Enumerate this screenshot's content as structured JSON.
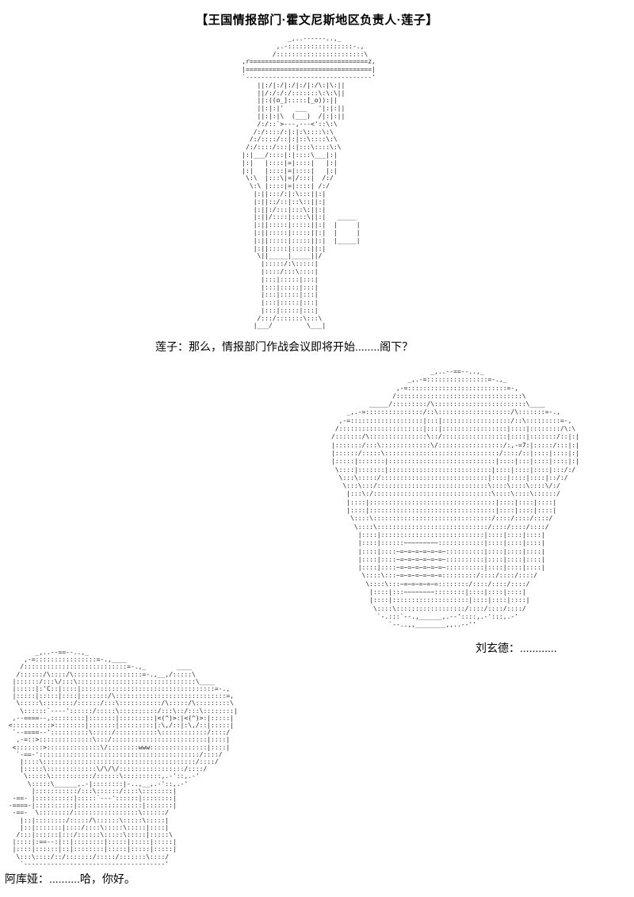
{
  "title": "【王国情报部门·霍文尼斯地区负责人·莲子】",
  "dialogue": {
    "lianzi": "莲子：那么，情报部门作战会议即将开始........阁下？",
    "liuxuande": "刘玄德：............",
    "akuya": "阿库娅：..........哈，你好。"
  },
  "colors": {
    "background": "#ffffff",
    "text": "#000000",
    "ascii_art": "#1c1c1c"
  },
  "ascii_art": {
    "lianzi": [
      "                _,..------..,_",
      "             ,.-:::::::::::::::::-.,",
      "            /:::::::::::::::::::::::\\",
      "    ,r===============================z,",
      "    |=================================|",
      "    `---------------------------------'",
      "        ||:/|:/|:/|:/|:/\\:|\\:||",
      "        ||/:/:/:/:::::::\\:\\:\\||",
      "        ||:((o_]:::::[_o)):||",
      "        ||:|:|'   ___   '|:|:||",
      "        ||:|:|\\  (___)  /|:|:||",
      "        /:/::`>---,---<'::\\:\\",
      "       /:/::::/:|:|:\\::::\\:\\",
      "      /:/::::/::|:|::\\::::\\:\\",
      "     /:/::::/:::|:|:::\\::::\\:\\",
      "    |:|___/::::|:|::::\\___|:|",
      "    |:|   |::::|=|::::|   |:|",
      "    |:|   |::::|=|::::|   |:|",
      "     \\:\\  |:::\\|=|/:::|  /:/",
      "      \\:\\ |::::|=|::::| /:/",
      "       |:||:::/:|:\\:::||:|",
      "       |:||::/::|::\\::||:|",
      "       |:||:/:::|:::\\:||:|",
      "       |:||/::::|::::\\||:|   _____",
      "       |:||:::::|:::::||:|  |     |",
      "       |:||:::::|:::::||:|  |     |",
      "       |:||:::::|:::::||:|  |_____|",
      "       |:||:::::|:::::||:|",
      "        \\||_____|_____||/",
      "         |:::::/:\\:::::|",
      "         |::::/:::\\::::|",
      "         |:::|:::::|:::|",
      "         |:::|:::::|:::|",
      "         |:::|:::::|:::|",
      "         |:::|:::::|:::|",
      "         |:::|:::::|:::|",
      "        /:::/:::::::\\:::\\",
      "       |___/         \\___|"
    ],
    "liuxuande": [
      "                          _,..--==--..,_",
      "                    _,.-=::::::::::::::::=-.,_",
      "                 ,-=::::::::::::::::::::::::::=-,",
      "                /:::::::::::::::::::::::::::::::::\\",
      "          _____/:::::::::/\\::::::::::::::::::::::::\\____",
      "    _,.-=:::::::::::::::/::\\:::::::::::::::::::/\\:::::::=-.,",
      "  ,-=:::::::::::::::::::|:::|::::::::::::::::::/::\\:::::::::=-,",
      " /::::::::::::::::::::::|:::|:::::::::::::::::|::::|::::::::/\\:\\",
      "/:::::::/\\:::::::::::::::\\::/:::::::::::::::::|::::|:::::::/::|:|",
      "|:::::::/:::\\:::::::::::::\\/:::::::::::::::::/:,-=7:|:::::/:::|:|",
      "|::::::/:::::\\::::::::::::::::::::::::::::::/::::/::|::::|::::|:|",
      "|:::::|:::::::|::::::::::::::::::::::::::::|::::|:::|::::|::::|:|",
      " \\::::|:::::::|:::::::::::::::::::::::::::|::::|::::|::::|:::/:/",
      "  \\:::\\:::::/::::::::::::::::::::::::::::|::::|::::|::::|::/:/",
      "   \\:::\\:::/:::::::::::::::::::::::::::::\\::::\\::::\\::::\\/:/",
      "    |:::\\:/:::::::::::::::::::::::::::::::\\::::\\::::\\::::::/",
      "    |::::|:::::::::::::::::::::::::::::::::|::::|::::|::::|",
      "    |::::|:::::::::::::::::::::::::::::::::|::::|::::|::::|",
      "     \\::::\\:::::::::::::::::::::::::::::::/::::/::::/::::/",
      "      \\::::\\:::::::::::::::::::::::::::::/::::/::::/::::/",
      "       |::::|:::::::::::::::::::::::::::|::::|::::|::::|",
      "       |::::|::::::~~~~~~~~~::::::::::::|::::|::::|::::|",
      "       |::::|::::~=~=~=~=~=~=~::::::::::|::::|::::|::::|",
      "       |::::|::::~=~=~=~=~=~=~::::::::::|::::|::::|::::|",
      "       |::::|::::~=~=~=~=~=~=~::::::::::|::::|::::|::::|",
      "        \\::::\\:::~=~=~=~=~=~=:::::::::/::::/::::/::::/",
      "         \\::::\\:::~=~=~=~=~=::::::::/::::/::::/::::/",
      "          |::::|:::~~~~~~~~::::::::|::::|::::|::::|",
      "          |::::|::::::::::::::::::::|::::|::::|::::|",
      "           \\::::\\::::::::::::::::::/::::/::::/::::/",
      "            `-.:::`--.,______,.--'::::,.-':::,.-'",
      "               `--..,,________,,..--''"
    ],
    "akuya": [
      "        _,..--==--..,_",
      "     ,-=::::::::::::::::=-.,____",
      "    /:::::::::::::::::::::::::::=-.,_        ____",
      "   /::::::/\\::::/\\::::::::::::::::::=-.,__,/:::::\\",
      "  |::::::/:::\\/:::\\:::::::::::::::::::::::::::::::\\____",
      "  |:::::|:'C::|::::|:::::::::::::::::::::::::::::::::::=-.,",
      "  |:::::|:::::|::::|:::::::/\\:::::::::::::::::::::::::::::=,",
      "   \\:::::\\::::::::/::::::/:::\\:::::::::::/\\:::::/\\:::::::::\\",
      "    \\::::::`----'::::::/:::::\\::::::::::/:::\\::/:::\\::::::::|",
      "  ,--====--,:::::::::|:::::::|:::::::::|<(^)>:|<(^)>:|:::::|",
      " <::::::::::>::::::::|:::::::|:::::::::|:\\,/::|:\\,/::|:::::|",
      "  `--====--'::::::::::\\:::::/:::::::::::\\::::::::::::/::::/",
      "   ,-=::>::::::::::::::\\:::/:::::::::::::::::::::::::|::::|",
      "  <:::::::>::::::::::::::\\/::::::::www:::::::::::::::|::::|",
      "   `-==-'::::::::::::::::::::::::::::::::::::::::::/::::/",
      "    |::::\\::::::::::::::::::::::::::::::::::::::::/::::/",
      "    |:::::\\:::::::::::::\\/\\/\\/:::::::::::::::::/::::/",
      "     \\:::::\\:::::::::::/::::::\\::::::::::,.-'::,.-'",
      "      \\:::::\\______,.-|::::::::|-..,__,.-'::,.-'",
      "       |:::::::::::/:::\\::::::/::::\\::::::::|",
      "  -==- |::::::::::|:::::`---'::::::|::::::::|",
      " -====-|::::::::::|:::::::::::::::::|:::::::|",
      "  -==-  \\::::::::/:::::::::::::::::\\::::::/",
      "    |::|::::::::/:::::/\\::::::\\:::::\\:::::|",
      "    |::|:::::::|::::/::::\\:::::\\:::::|::::|",
      "   /:::|::::::|:::/::::::\\:::::\\:::::|:::::\\",
      "  |::::|:==--:|::|::::::::|:::::|:::::|:::::|",
      "  |::::|::::::|::|::::::::|:::::|:::::|:::::|",
      "   \\:::\\::::/::/:::::::/:::::/:::::::\\::::/",
      "    `-------------------------------------'"
    ]
  }
}
